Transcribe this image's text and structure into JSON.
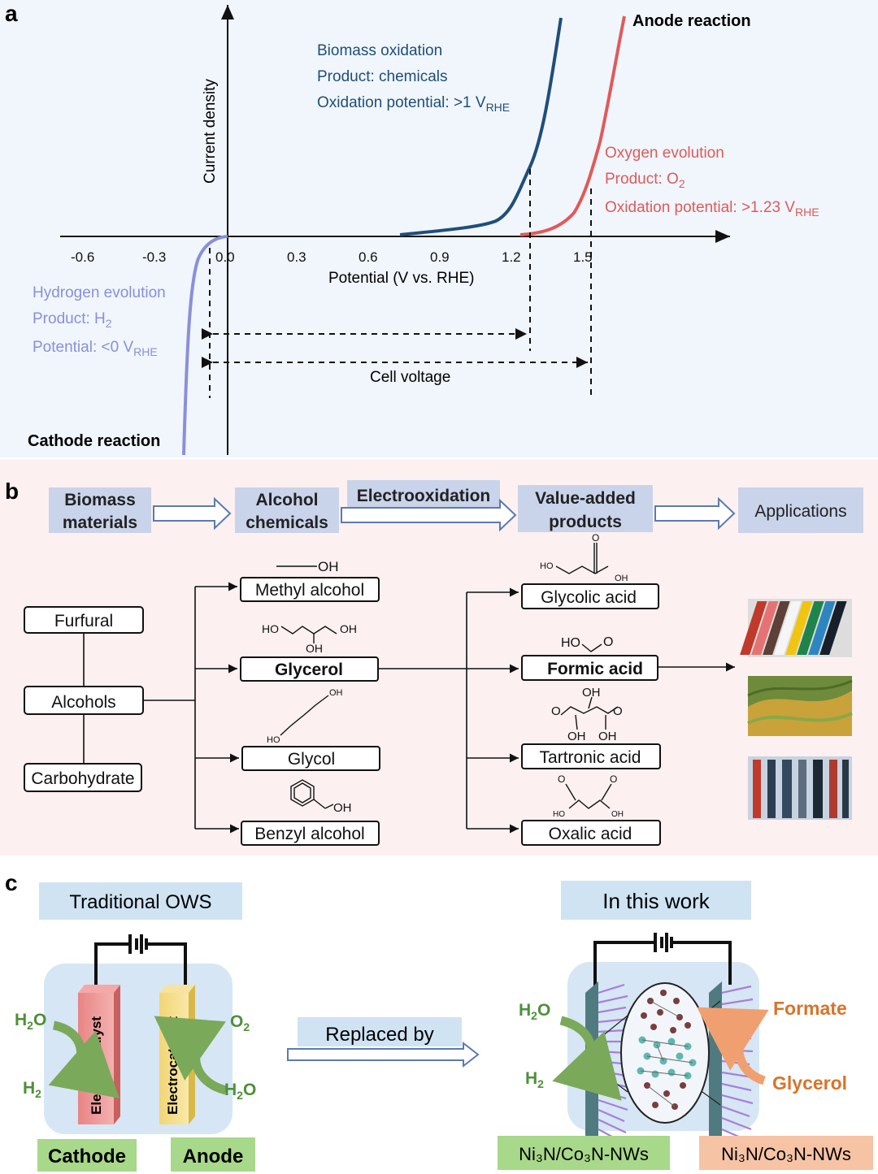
{
  "panel_a": {
    "letter": "a",
    "y_axis_label": "Current density",
    "x_axis_label": "Potential (V vs. RHE)",
    "ticks": [
      "-0.6",
      "-0.3",
      "0.0",
      "0.3",
      "0.6",
      "0.9",
      "1.2",
      "1.5"
    ],
    "anode_title": "Anode reaction",
    "cathode_title": "Cathode reaction",
    "biomass": {
      "line1": "Biomass oxidation",
      "line2": "Product: chemicals",
      "line3": "Oxidation potential: >1 V",
      "sub": "RHE"
    },
    "oxygen": {
      "line1": "Oxygen evolution",
      "line2": "Product: O",
      "line2_sub": "2",
      "line3": "Oxidation potential: >1.23 V",
      "sub": "RHE"
    },
    "hydrogen": {
      "line1": "Hydrogen evolution",
      "line2": "Product: H",
      "line2_sub": "2",
      "line3": "Potential: <0 V",
      "sub": "RHE"
    },
    "cell_voltage": "Cell voltage",
    "colors": {
      "biomass": "#1f4e79",
      "oxygen": "#e05a5a",
      "hydrogen": "#8b8fd8",
      "bg": "#f0f6fc"
    }
  },
  "panel_b": {
    "letter": "b",
    "flow": [
      "Biomass materials",
      "Alcohol chemicals",
      "Electrooxidation",
      "Value-added products",
      "Applications"
    ],
    "flow_split": {
      "biomass": [
        "Biomass",
        "materials"
      ],
      "alcohol": [
        "Alcohol",
        "chemicals"
      ],
      "value": [
        "Value-added",
        "products"
      ]
    },
    "sources": [
      "Furfural",
      "Alcohols",
      "Carbohydrate"
    ],
    "alcohols": [
      "Methyl alcohol",
      "Glycerol",
      "Glycol",
      "Benzyl alcohol"
    ],
    "products": [
      "Glycolic acid",
      "Formic acid",
      "Tartronic acid",
      "Oxalic acid"
    ],
    "chem": {
      "oh": "OH",
      "ho": "HO",
      "o": "O"
    },
    "colors": {
      "bg": "#fdf0f0",
      "flow_box": "#c9d3ea"
    }
  },
  "panel_c": {
    "letter": "c",
    "left_title": "Traditional OWS",
    "right_title": "In this work",
    "replaced_by": "Replaced by",
    "electrocatalyst": "Electrocatalyst",
    "cathode": "Cathode",
    "anode": "Anode",
    "h2o": "H",
    "h2o_sub": "2",
    "h2o_o": "O",
    "o2": "O",
    "o2_sub": "2",
    "h2": "H",
    "h2_sub": "2",
    "formate": "Formate",
    "glycerol": "Glycerol",
    "catalyst_left": "Ni₃N/Co₃N-NWs",
    "catalyst_right": "Ni₃N/Co₃N-NWs",
    "colors": {
      "green": "#4e8f3a",
      "orange": "#d9732a",
      "title_bg": "#cfe3f3"
    }
  }
}
